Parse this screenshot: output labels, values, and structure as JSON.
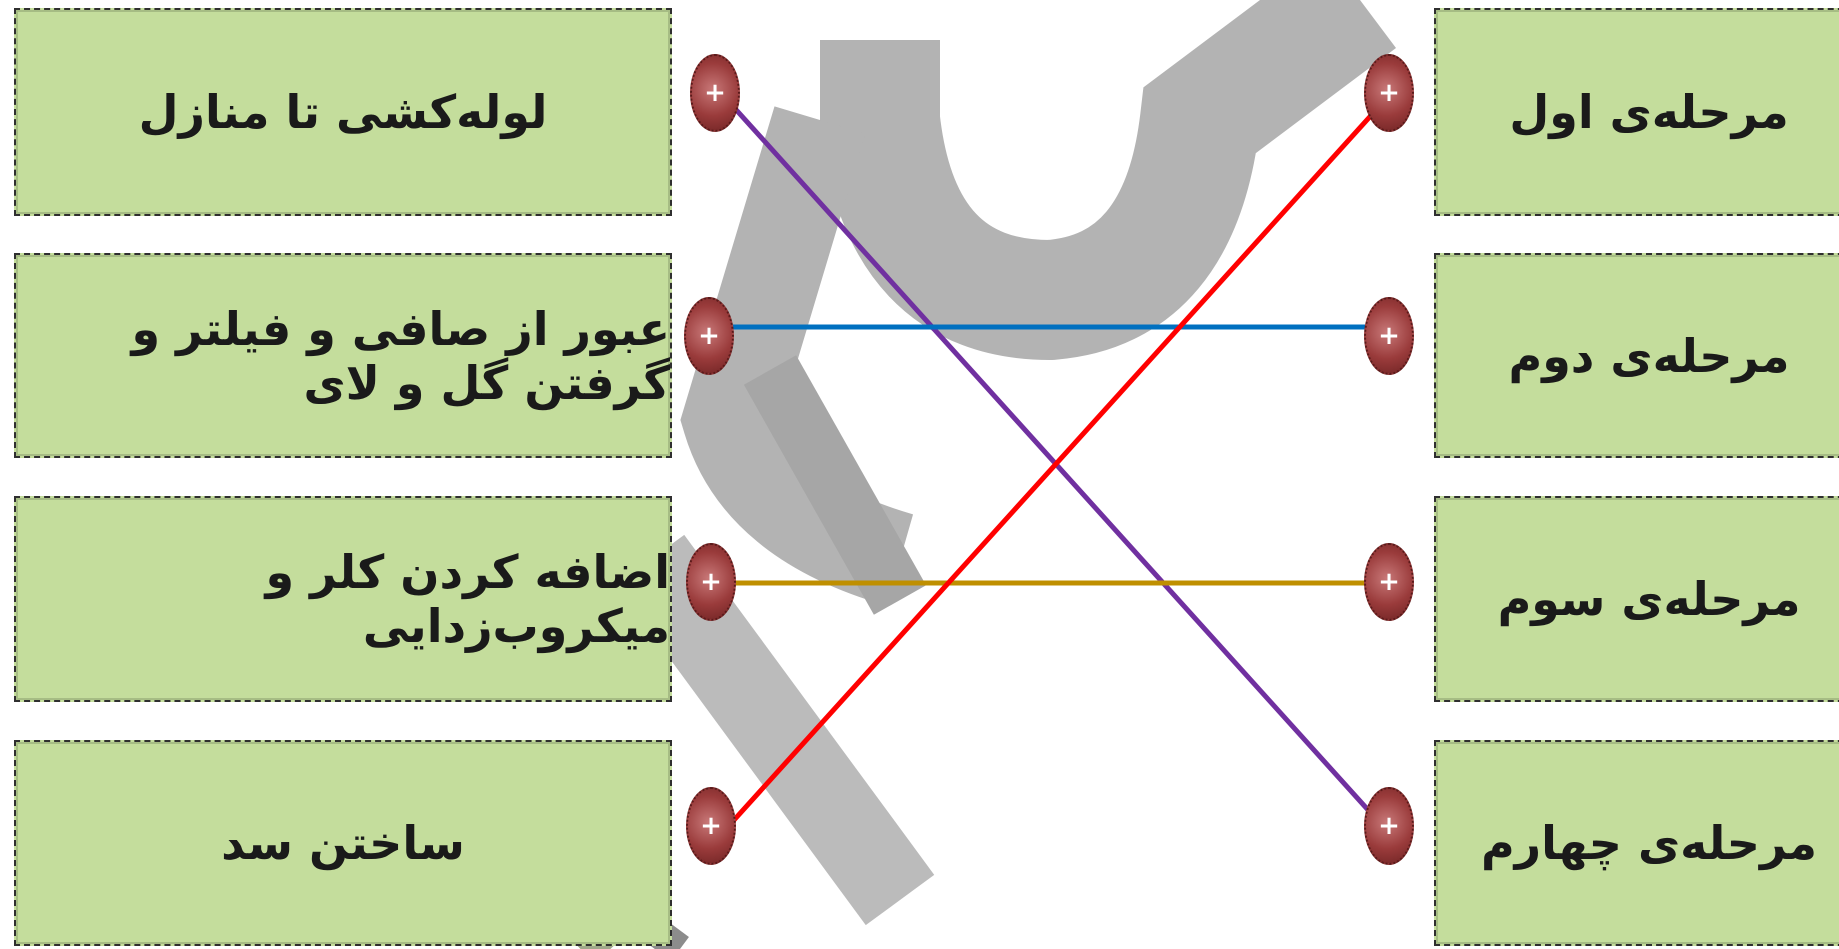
{
  "left_items": [
    {
      "label": "لوله‌کشی تا منازل"
    },
    {
      "label": "عبور از صافی و فیلتر و گرفتن گل و لای"
    },
    {
      "label": "اضافه کردن کلر و میکروب‌زدایی"
    },
    {
      "label": "ساختن سد"
    }
  ],
  "right_items": [
    {
      "label": "مرحله‌ی اول"
    },
    {
      "label": "مرحله‌ی دوم"
    },
    {
      "label": "مرحله‌ی سوم"
    },
    {
      "label": "مرحله‌ی چهارم"
    }
  ],
  "knob_symbol": "+",
  "connections": [
    {
      "from": "left-1",
      "to": "right-4",
      "color": "#7030a0"
    },
    {
      "from": "left-2",
      "to": "right-2",
      "color": "#0070c0"
    },
    {
      "from": "left-3",
      "to": "right-3",
      "color": "#bf8f00"
    },
    {
      "from": "left-4",
      "to": "right-1",
      "color": "#ff0000"
    }
  ]
}
